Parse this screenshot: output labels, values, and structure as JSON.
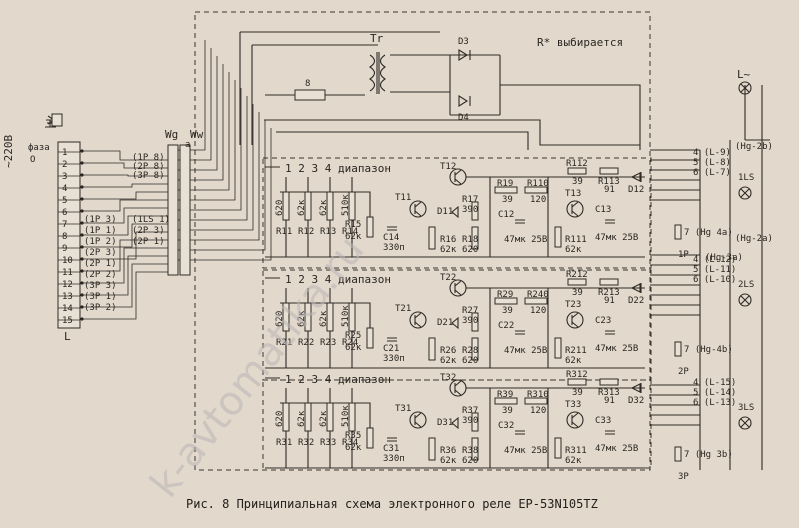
{
  "watermark": "k-avtomatika.ru",
  "supply": {
    "voltage": "~220В",
    "phase": "фаза",
    "zero": "О",
    "line": "L"
  },
  "labels": {
    "wg": "Wg",
    "ww": "Ww",
    "a": "а",
    "tr": "Tr",
    "d3": "D3",
    "d4": "D4",
    "r8": "8",
    "rsel": "R* выбирается",
    "l_tilde": "L~"
  },
  "terminals": [
    "1",
    "2",
    "3",
    "4",
    "5",
    "6",
    "7",
    "8",
    "9",
    "10",
    "11",
    "12",
    "13",
    "14",
    "15"
  ],
  "terminal_tags": [
    "(1P 3)",
    "(1P 1)",
    "(1P 2)",
    "(2P 3)",
    "(2P 1)",
    "(2P 2)",
    "(3P 3)",
    "(3P 1)",
    "(3P 2)"
  ],
  "mid_tags": [
    "(1P 8)",
    "(2P 8)",
    "(3P 8)",
    "(1LS 1)",
    "(2P 3)",
    "(2P 1)"
  ],
  "stages": [
    {
      "range": "1  2  3  4 диапазон",
      "t_top": "T12",
      "t_in": "T11",
      "t_out": "T13",
      "d": "D11",
      "rin": [
        "R11",
        "R12",
        "R13",
        "R14"
      ],
      "rin_v": [
        "620",
        "62к",
        "62к",
        "510к"
      ],
      "r15": "R15",
      "r15v": "62к",
      "c14": "C14",
      "c14v": "330п",
      "r16": "R16",
      "r16v": "62к",
      "r17": "R17",
      "r17v": "390",
      "r18": "R18",
      "r18v": "620",
      "r19": "R19",
      "r19v": "39",
      "r110": "R110",
      "r110v": "120",
      "c12": "C12",
      "c12v": "47мк 25В",
      "r111": "R111",
      "r111v": "62к",
      "c13": "C13",
      "c13v": "47мк 25В",
      "r112": "R112",
      "r112v": "39",
      "r113": "R113",
      "r113v": "91",
      "dout": "D12"
    },
    {
      "range": "1  2  3  4 диапазон",
      "t_top": "T22",
      "t_in": "T21",
      "t_out": "T23",
      "d": "D21",
      "rin": [
        "R21",
        "R22",
        "R23",
        "R24"
      ],
      "rin_v": [
        "620",
        "62к",
        "62к",
        "510к"
      ],
      "r15": "R25",
      "r15v": "62к",
      "c14": "C21",
      "c14v": "330п",
      "r16": "R26",
      "r16v": "62к",
      "r17": "R27",
      "r17v": "390",
      "r18": "R28",
      "r18v": "620",
      "r19": "R29",
      "r19v": "39",
      "r110": "R240",
      "r110v": "120",
      "c12": "C22",
      "c12v": "47мк 25В",
      "r111": "R211",
      "r111v": "62к",
      "c13": "C23",
      "c13v": "47мк 25В",
      "r112": "R212",
      "r112v": "39",
      "r113": "R213",
      "r113v": "91",
      "dout": "D22"
    },
    {
      "range": "1  2  3  4 диапазон",
      "t_top": "T32",
      "t_in": "T31",
      "t_out": "T33",
      "d": "D31",
      "rin": [
        "R31",
        "R32",
        "R33",
        "R34"
      ],
      "rin_v": [
        "620",
        "62к",
        "62к",
        "510к"
      ],
      "r15": "R35",
      "r15v": "62к",
      "c14": "C31",
      "c14v": "330п",
      "r16": "R36",
      "r16v": "62к",
      "r17": "R37",
      "r17v": "390",
      "r18": "R38",
      "r18v": "620",
      "r19": "R39",
      "r19v": "39",
      "r110": "R310",
      "r110v": "120",
      "c12": "C32",
      "c12v": "47мк 25В",
      "r111": "R311",
      "r111v": "62к",
      "c13": "C33",
      "c13v": "47мк 25В",
      "r112": "R312",
      "r112v": "39",
      "r113": "R313",
      "r113v": "91",
      "dout": "D32"
    }
  ],
  "right_groups": [
    {
      "contacts": [
        "4 (L-9)",
        "5 (L-8)",
        "6 (L-7)"
      ],
      "lamp": "1LS",
      "coil": "1P",
      "coil_tag": "7 (Hg 4a)",
      "top_tag": "(Hg-2b)",
      "extra_tag": "(Hg-2a)"
    },
    {
      "contacts": [
        "4 (L-12)",
        "5 (L-11)",
        "6 (L-10)"
      ],
      "lamp": "2LS",
      "coil": "2P",
      "coil_tag": "7 (Hg-4b)",
      "top_tag": "(Hg-3a)",
      "extra_tag": ""
    },
    {
      "contacts": [
        "4 (L-15)",
        "5 (L-14)",
        "6 (L-13)"
      ],
      "lamp": "3LS",
      "coil": "3P",
      "coil_tag": "7 (Hg 3b)",
      "top_tag": "",
      "extra_tag": ""
    }
  ],
  "caption": "Рис. 8  Принципиальная схема электронного реле ЕР-53N105TZ"
}
